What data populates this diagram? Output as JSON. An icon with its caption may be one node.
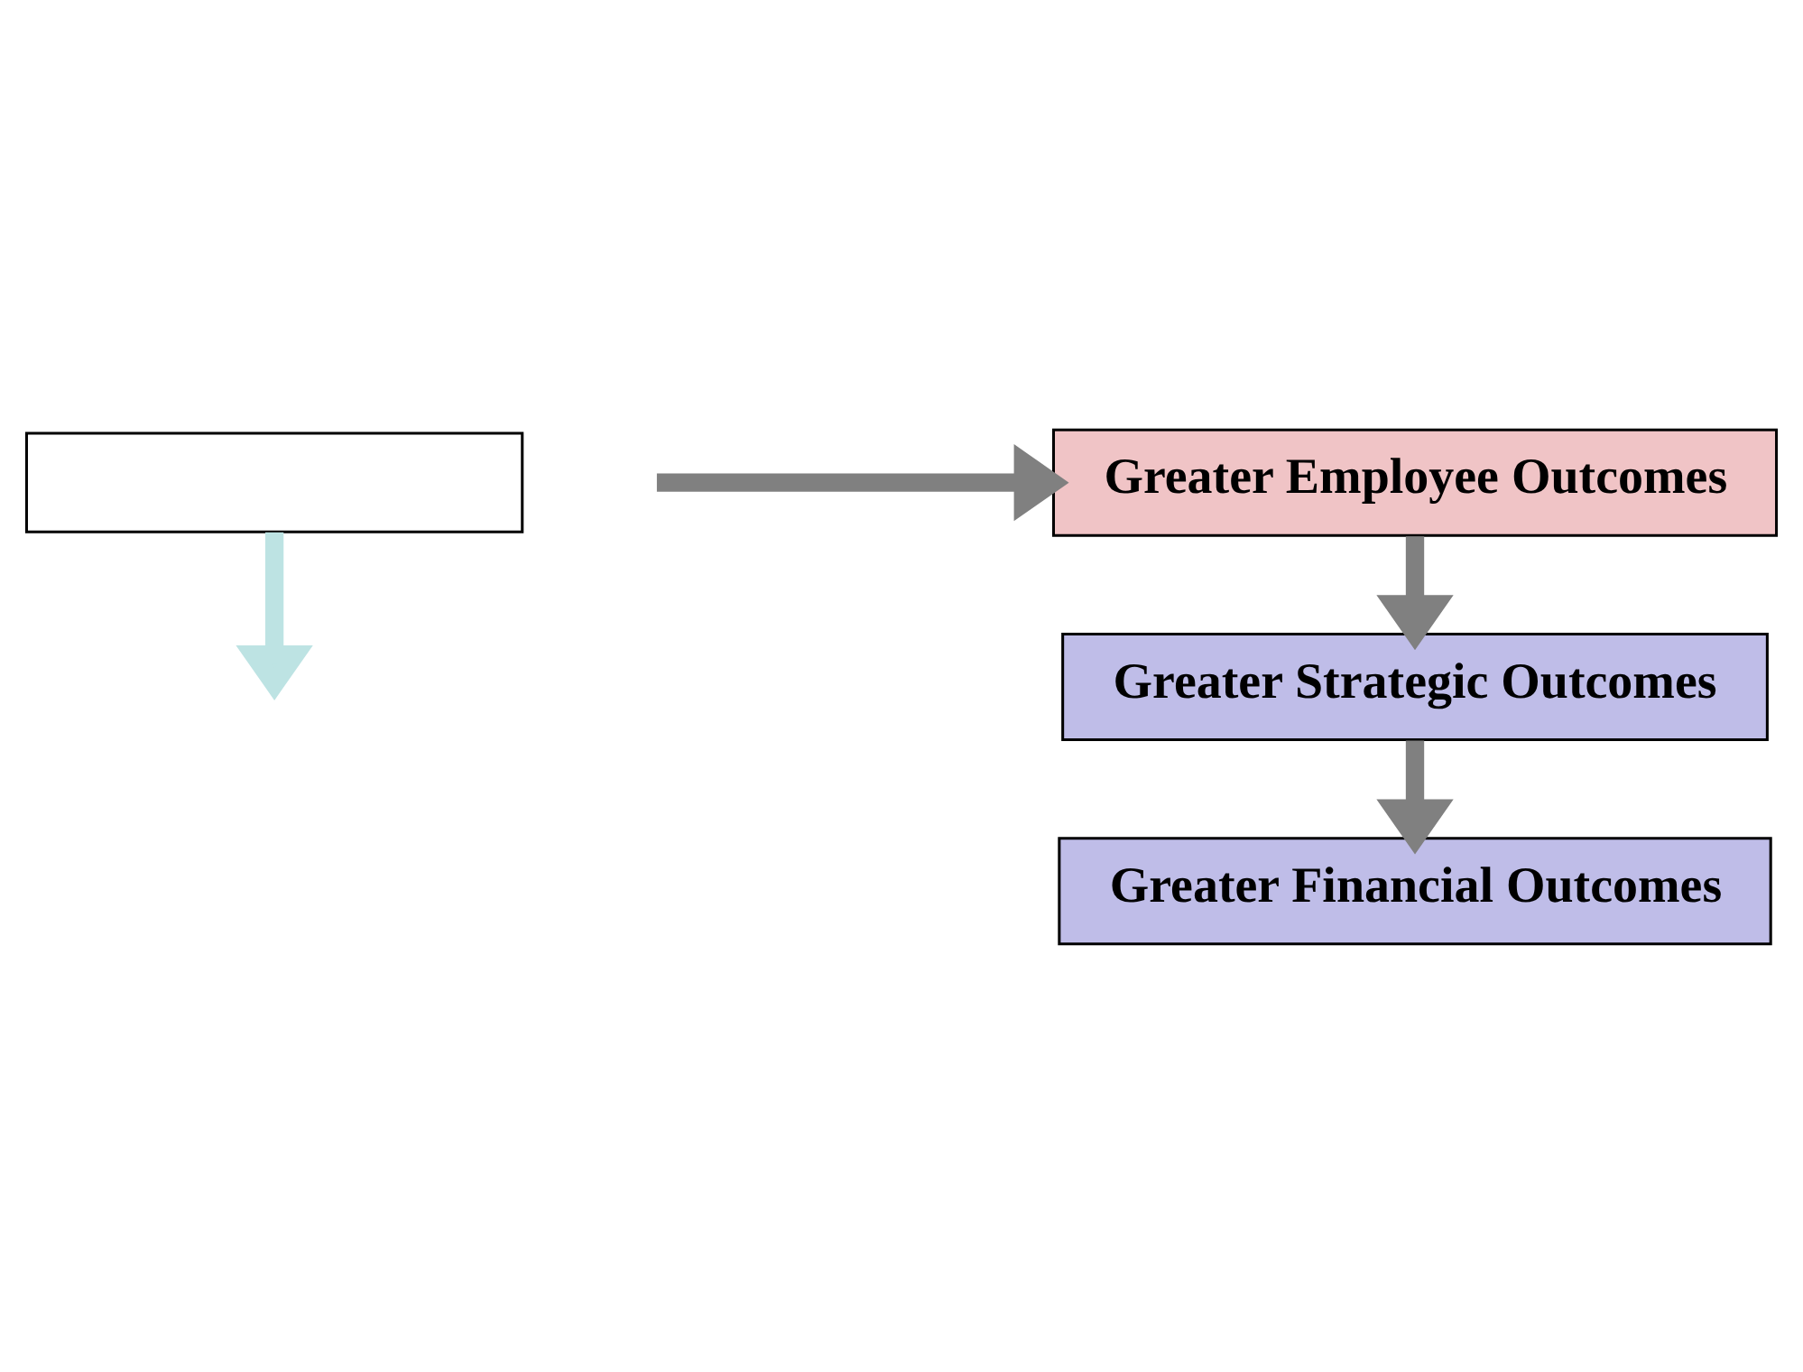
{
  "diagram": {
    "nodes": [
      {
        "text": [],
        "shape": "box"
      },
      {
        "text": [
          "Greater Employee Outcomes"
        ]
      },
      {
        "text": [
          "Greater Strategic Outcomes"
        ]
      },
      {
        "text": [
          "Greater Financial Outcomes"
        ]
      }
    ],
    "edges": [
      {
        "from": 0,
        "to": null,
        "arrow": "to",
        "color": "#bde3e3"
      },
      {
        "from": null,
        "to": 1,
        "arrow": "to"
      },
      {
        "from": 1,
        "to": 2,
        "arrow": "to"
      },
      {
        "from": 2,
        "to": 3,
        "arrow": "to"
      }
    ]
  }
}
